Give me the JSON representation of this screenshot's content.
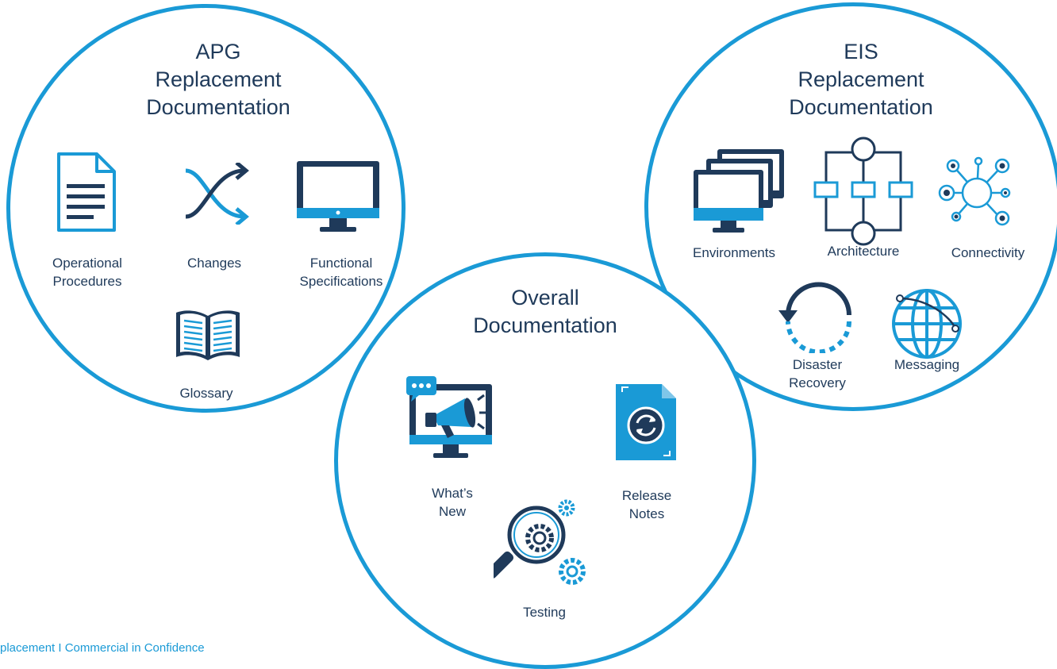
{
  "apg": {
    "title": "APG\nReplacement\nDocumentation",
    "items": [
      {
        "label": "Operational\nProcedures",
        "icon": "document-icon"
      },
      {
        "label": "Changes",
        "icon": "shuffle-arrows-icon"
      },
      {
        "label": "Functional\nSpecifications",
        "icon": "monitor-icon"
      },
      {
        "label": "Glossary",
        "icon": "open-book-icon"
      }
    ]
  },
  "eis": {
    "title": "EIS\nReplacement\nDocumentation",
    "items": [
      {
        "label": "Environments",
        "icon": "stacked-monitors-icon"
      },
      {
        "label": "Architecture",
        "icon": "architecture-diagram-icon"
      },
      {
        "label": "Connectivity",
        "icon": "network-hub-icon"
      },
      {
        "label": "Disaster\nRecovery",
        "icon": "circular-arrow-icon"
      },
      {
        "label": "Messaging",
        "icon": "globe-icon"
      }
    ]
  },
  "overall": {
    "title": "Overall\nDocumentation",
    "items": [
      {
        "label": "What’s\nNew",
        "icon": "megaphone-monitor-icon"
      },
      {
        "label": "Release\nNotes",
        "icon": "refresh-document-icon"
      },
      {
        "label": "Testing",
        "icon": "magnifier-gears-icon"
      }
    ]
  },
  "footer": {
    "text": "placement I Commercial in Confidence"
  },
  "colors": {
    "accent": "#1a9ad6",
    "dark": "#1f3a5a"
  }
}
